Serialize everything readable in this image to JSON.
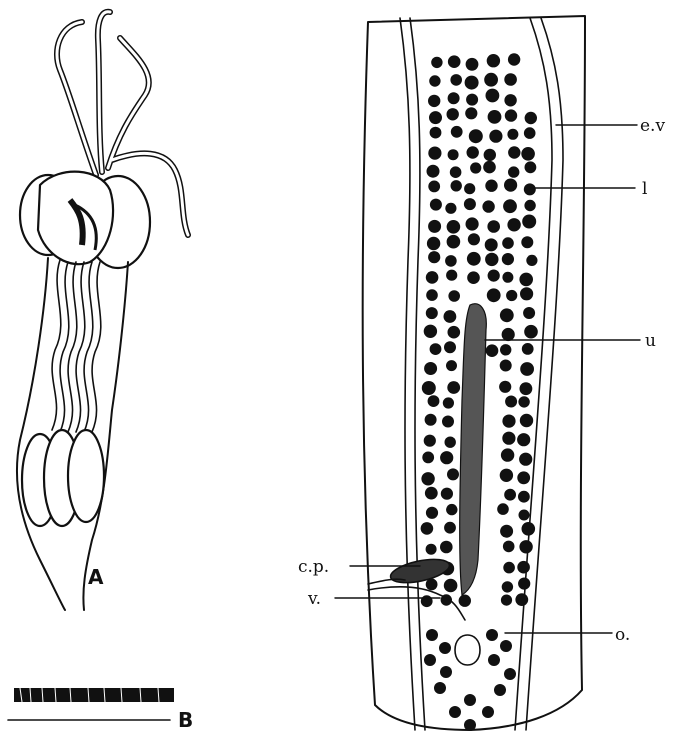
{
  "figure": {
    "labels": {
      "panel_a": "A",
      "panel_b": "B",
      "ev": "e.v",
      "l": "l",
      "u": "u",
      "cp": "c.p.",
      "v": "v.",
      "o": "o."
    }
  }
}
